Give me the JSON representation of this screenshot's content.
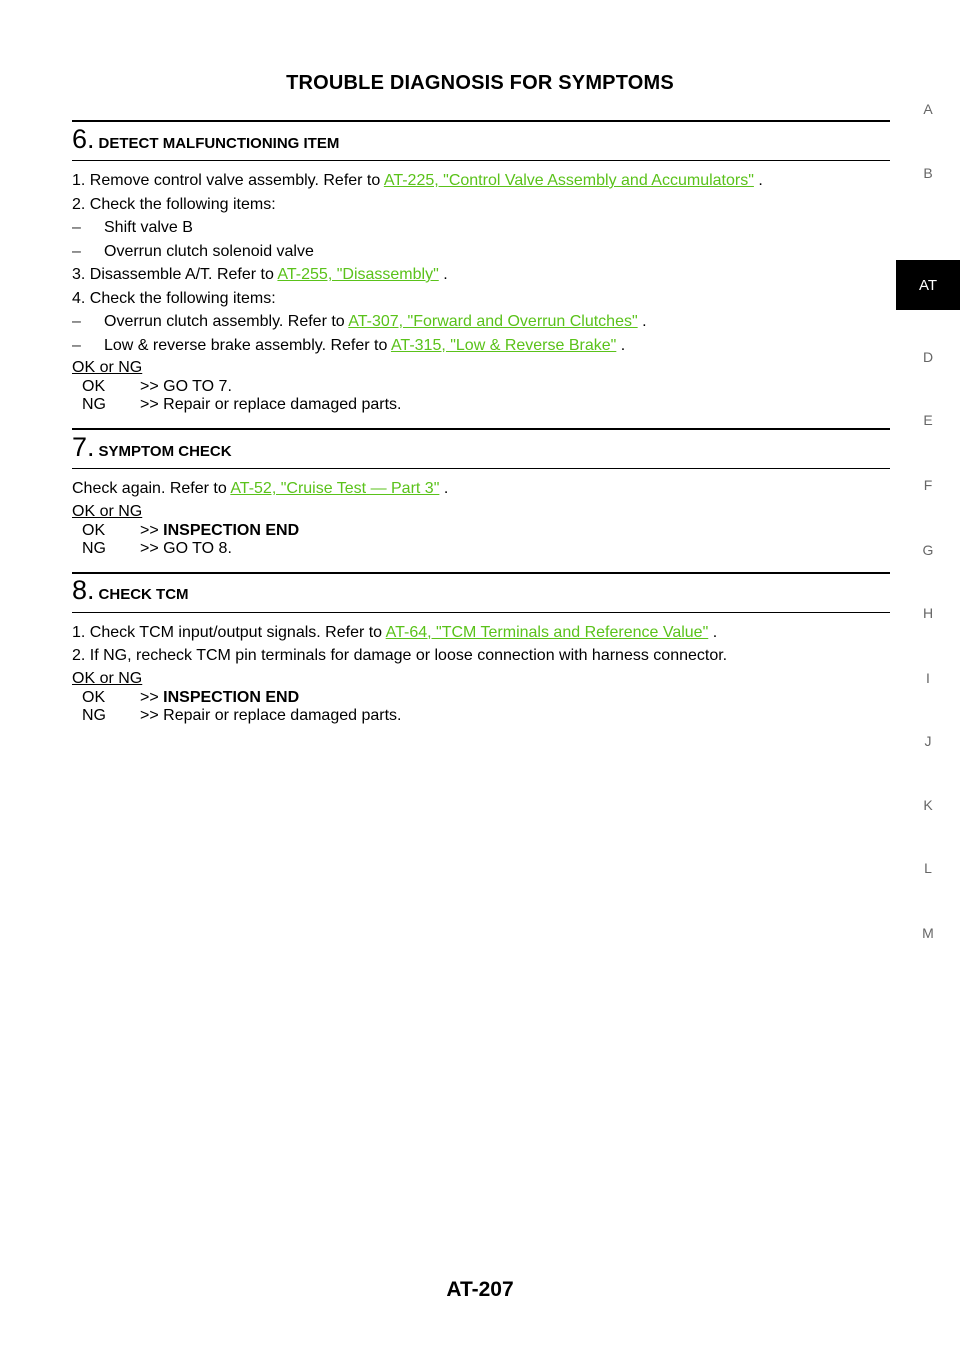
{
  "header": {
    "title": "TROUBLE DIAGNOSIS FOR SYMPTOMS"
  },
  "steps": [
    {
      "num": "6.",
      "title": "DETECT MALFUNCTIONING ITEM",
      "lines": [
        {
          "pre": "1. Remove control valve assembly. Refer to ",
          "link": "AT-225, \"Control Valve Assembly and Accumulators\"",
          "post": " ."
        },
        {
          "pre": "2. Check the following items:"
        },
        {
          "dash": "–",
          "pre": "Shift valve B"
        },
        {
          "dash": "–",
          "pre": "Overrun clutch solenoid valve"
        },
        {
          "pre": "3. Disassemble A/T. Refer to ",
          "link": "AT-255, \"Disassembly\"",
          "post": " ."
        },
        {
          "pre": "4. Check the following items:"
        },
        {
          "dash": "–",
          "pre": "Overrun clutch assembly. Refer to ",
          "link": "AT-307, \"Forward and Overrun Clutches\"",
          "post": " ."
        },
        {
          "dash": "–",
          "pre": "Low & reverse brake assembly. Refer to ",
          "link": "AT-315, \"Low & Reverse Brake\"",
          "post": " ."
        }
      ],
      "ok_ng_label": "OK or NG",
      "results": [
        {
          "code": "OK",
          "text": ">> GO TO 7."
        },
        {
          "code": "NG",
          "text": ">> Repair or replace damaged parts."
        }
      ]
    },
    {
      "num": "7.",
      "title": "SYMPTOM CHECK",
      "lines": [
        {
          "pre": "Check again. Refer to ",
          "link": "AT-52, \"Cruise Test — Part 3\"",
          "post": " ."
        }
      ],
      "ok_ng_label": "OK or NG",
      "results": [
        {
          "code": "OK",
          "text": ">> ",
          "bold": "INSPECTION END"
        },
        {
          "code": "NG",
          "text": ">> GO TO 8."
        }
      ]
    },
    {
      "num": "8.",
      "title": "CHECK TCM",
      "lines": [
        {
          "pre": "1. Check TCM input/output signals. Refer to ",
          "link": "AT-64, \"TCM Terminals and Reference Value\"",
          "post": " ."
        },
        {
          "pre": "2. If NG, recheck TCM pin terminals for damage or loose connection with harness connector."
        }
      ],
      "ok_ng_label": "OK or NG",
      "results": [
        {
          "code": "OK",
          "text": ">>  ",
          "bold": "INSPECTION END"
        },
        {
          "code": "NG",
          "text": ">> Repair or replace damaged parts."
        }
      ]
    }
  ],
  "side_index": {
    "items": [
      "A",
      "B",
      "D",
      "E",
      "F",
      "G",
      "H",
      "I",
      "J",
      "K",
      "L",
      "M"
    ],
    "active": "AT"
  },
  "footer": {
    "page_number": "AT-207"
  }
}
